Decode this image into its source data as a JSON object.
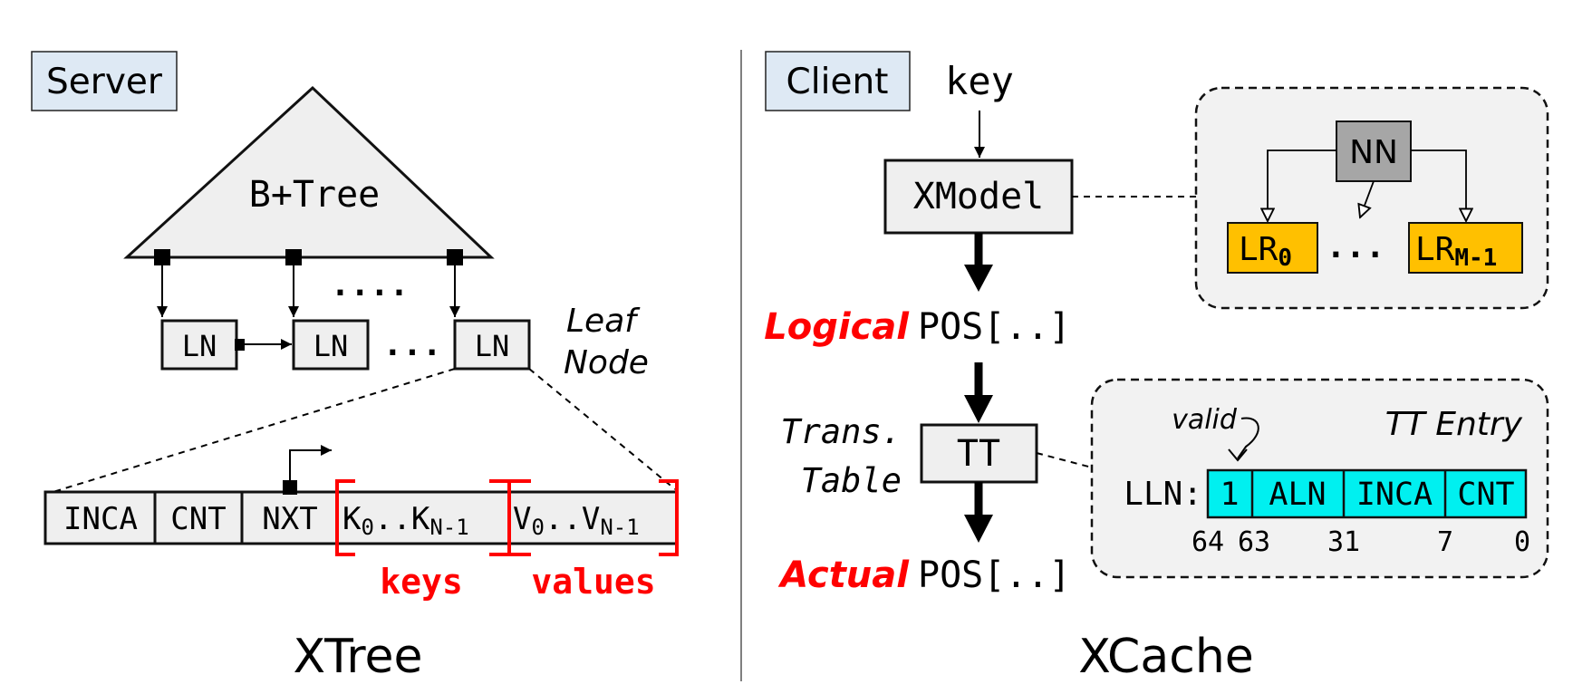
{
  "colors": {
    "box_fill": "#efefef",
    "tag_fill": "#dee9f4",
    "nn_fill": "#a6a6a6",
    "lr_fill": "#ffc000",
    "tt_entry_fill": "#00f0f0",
    "accent_red": "#ff0000",
    "panel_fill": "#f2f2f2"
  },
  "left": {
    "tag": "Server",
    "tree_label": "B+Tree",
    "root_dots": "....",
    "leaf_label": "LN",
    "leaf_dots": "...",
    "leaf_caption_1": "Leaf",
    "leaf_caption_2": "Node",
    "fields": [
      "INCA",
      "CNT",
      "NXT"
    ],
    "keys_base": "K",
    "keys_mid": "..K",
    "keys_sub0": "0",
    "keys_subN": "N-1",
    "vals_base": "V",
    "vals_mid": "..V",
    "vals_sub0": "0",
    "vals_subN": "N-1",
    "keys_label": "keys",
    "values_label": "values",
    "caption": "XTree"
  },
  "right": {
    "tag": "Client",
    "input": "key",
    "xmodel": "XModel",
    "logical": "Logical",
    "pos1": "POS[..]",
    "trans_1": "Trans.",
    "trans_2": "Table",
    "tt": "TT",
    "actual": "Actual",
    "pos2": "POS[..]",
    "nn": "NN",
    "lr_base": "LR",
    "lr0_sub": "0",
    "lrm_sub": "M-1",
    "lr_dots": "...",
    "valid": "valid",
    "tt_entry_title": "TT Entry",
    "lln": "LLN:",
    "entry_fields": [
      "1",
      "ALN",
      "INCA",
      "CNT"
    ],
    "bit_labels": [
      "64",
      "63",
      "31",
      "7",
      "0"
    ],
    "caption": "XCache"
  }
}
